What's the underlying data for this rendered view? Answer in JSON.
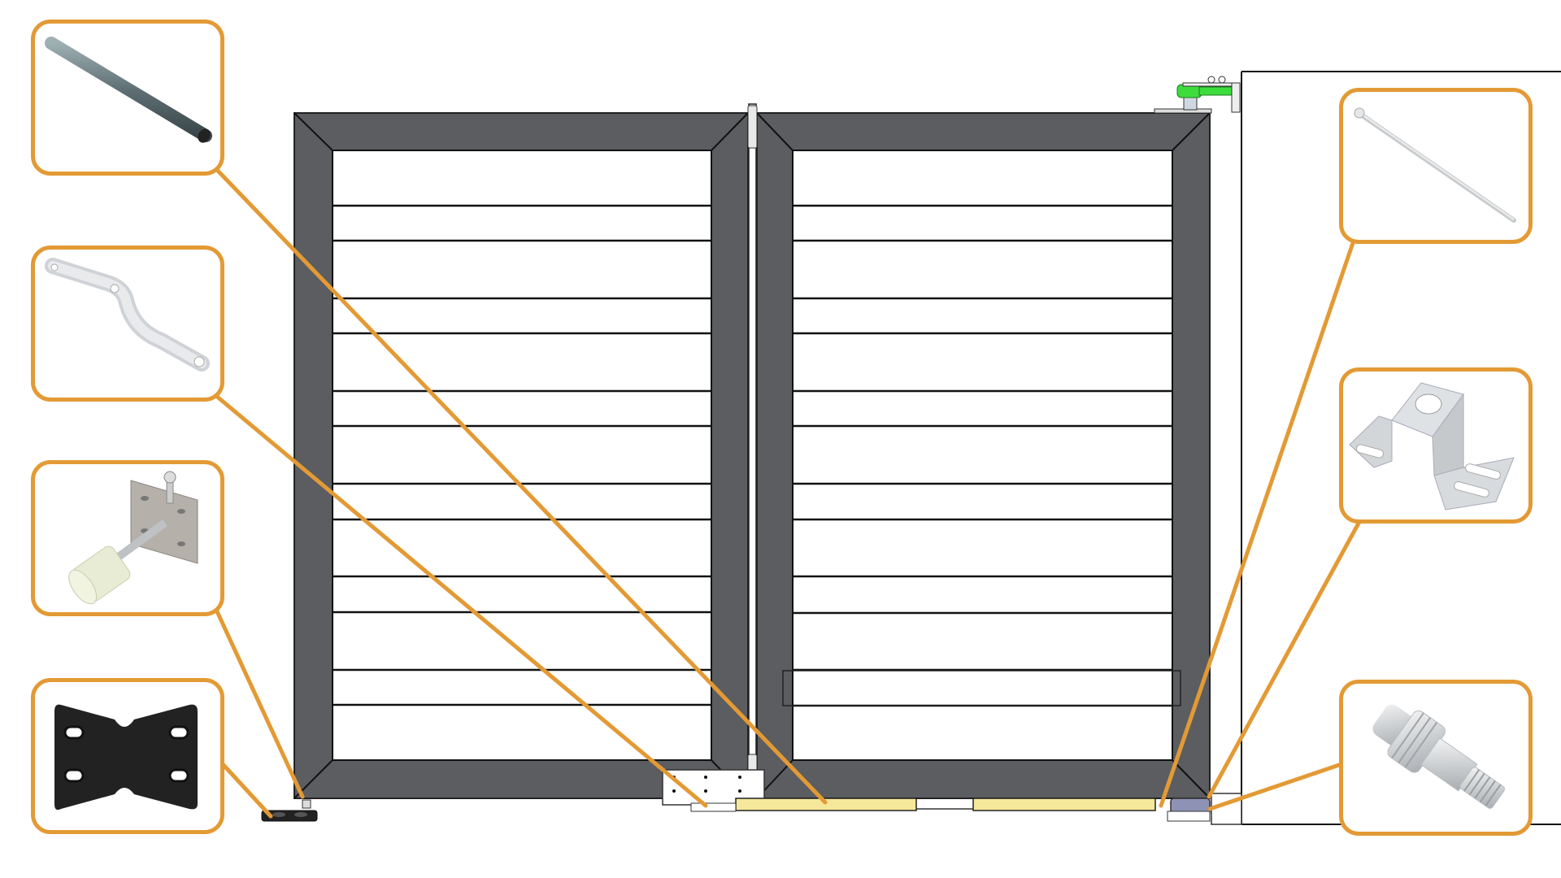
{
  "diagram": {
    "subject": "Double swing gate with underground/bottom actuator hardware",
    "colors": {
      "callout_border": "#E39A35",
      "leader_line": "#E39A35",
      "gate_frame": "#5B5D60",
      "slat_line": "#111111",
      "actuator_bar": "#F6E89A",
      "motor": "#3DDC3D",
      "background": "#FFFFFF"
    },
    "callouts_left": [
      {
        "id": "tube",
        "label": "Steel tube / cover profile",
        "icon": "tube-icon"
      },
      {
        "id": "bent-arm",
        "label": "Bent connecting arm",
        "icon": "bent-arm-icon"
      },
      {
        "id": "roller-stop",
        "label": "Roller stopper with mounting plate",
        "icon": "roller-stop-icon"
      },
      {
        "id": "rubber-stop",
        "label": "Rubber gate stop plate",
        "icon": "rubber-stop-icon"
      }
    ],
    "callouts_right": [
      {
        "id": "rod",
        "label": "Connecting rod",
        "icon": "rod-icon"
      },
      {
        "id": "bracket",
        "label": "U mounting bracket",
        "icon": "bracket-icon"
      },
      {
        "id": "pin",
        "label": "Threaded pivot pin",
        "icon": "pivot-pin-icon"
      }
    ],
    "gate": {
      "leaves": 2,
      "slat_rows_per_leaf": 6,
      "hinge": "center hinge between leaves",
      "motor": "top-right opener (green)"
    }
  }
}
